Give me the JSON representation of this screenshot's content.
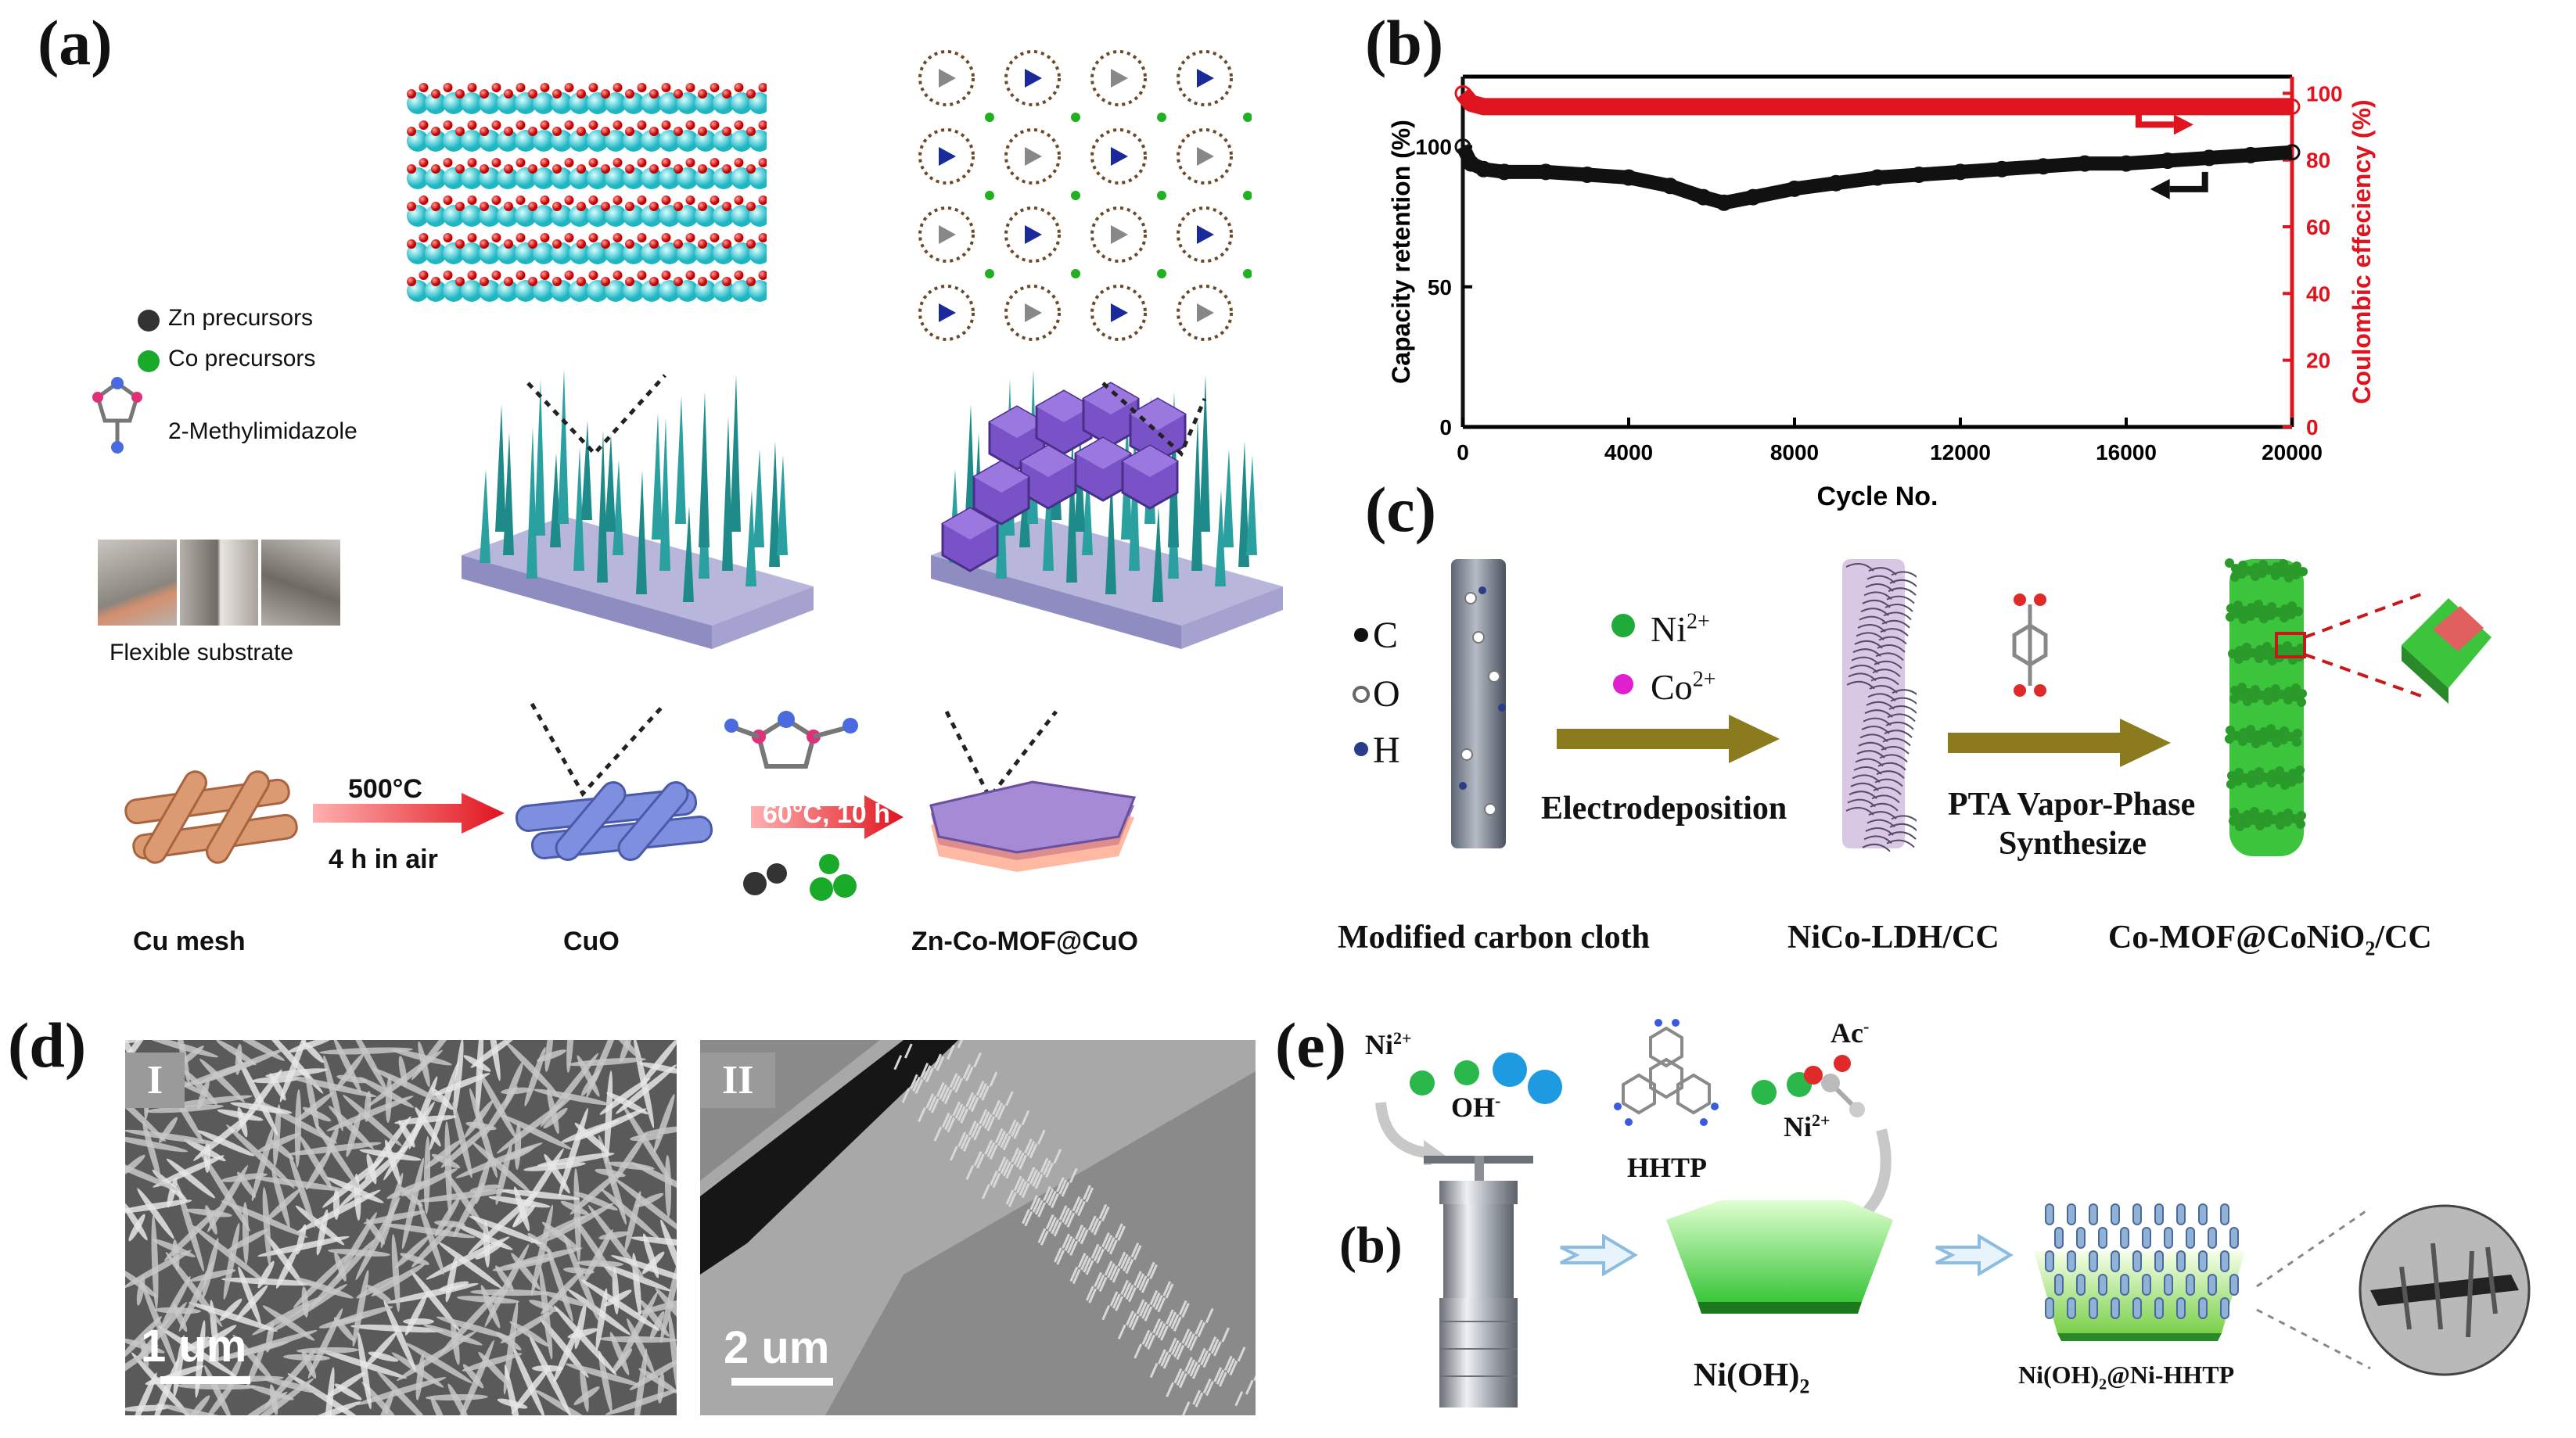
{
  "panels": {
    "a": {
      "letter": "(a)",
      "legend": {
        "zn": "Zn precursors",
        "co": "Co precursors",
        "ligand": "2-Methylimidazole",
        "substrate": "Flexible substrate"
      },
      "step1": {
        "top": "500°C",
        "bottom": "4 h in air"
      },
      "step2": {
        "label": "60°C, 10 h"
      },
      "labels": {
        "cu_mesh": "Cu mesh",
        "cuo": "CuO",
        "mof": "Zn-Co-MOF@CuO"
      }
    },
    "b": {
      "letter": "(b)"
    },
    "c": {
      "letter": "(c)",
      "elements": {
        "c": "C",
        "o": "O",
        "h": "H"
      },
      "ions": {
        "ni": "Ni",
        "ni_charge": "2+",
        "co": "Co",
        "co_charge": "2+"
      },
      "step1": "Electrodeposition",
      "step2_line1": "PTA Vapor-Phase",
      "step2_line2": "Synthesize",
      "labels": {
        "cloth": "Modified carbon cloth",
        "ldh": "NiCo-LDH/CC",
        "mof_pre": "Co-MOF@CoNiO",
        "mof_sub": "2",
        "mof_post": "/CC"
      }
    },
    "d": {
      "letter": "(d)",
      "img1": {
        "tag": "I",
        "scale": "1 um"
      },
      "img2": {
        "tag": "II",
        "scale": "2 um"
      }
    },
    "e": {
      "letter": "(e)",
      "inner_letter": "(b)",
      "ni1": "Ni",
      "ni1_charge": "2+",
      "oh": "OH",
      "oh_charge": "-",
      "hhtp": "HHTP",
      "ni2": "Ni",
      "ni2_charge": "2+",
      "ac": "Ac",
      "ac_charge": "-",
      "nioh2_pre": "Ni(OH)",
      "nioh2_sub": "2",
      "prod_pre": "Ni(OH)",
      "prod_sub": "2",
      "prod_post": "@Ni-HHTP"
    }
  },
  "chart_data": {
    "type": "line",
    "xlabel": "Cycle No.",
    "ylabel_left": "Capacity retention (%)",
    "ylabel_right": "Coulombic effeciency (%)",
    "xlim": [
      0,
      20000
    ],
    "ylim_left": [
      0,
      125
    ],
    "ylim_right": [
      0,
      105
    ],
    "xticks": [
      "0",
      "4000",
      "8000",
      "12000",
      "16000",
      "20000"
    ],
    "yticks_left": [
      "0",
      "50",
      "100"
    ],
    "yticks_right": [
      "0",
      "20",
      "40",
      "60",
      "80",
      "100"
    ],
    "series": [
      {
        "axis": "left",
        "color": "#111111",
        "x": [
          0,
          200,
          500,
          1000,
          2000,
          3000,
          4000,
          5000,
          5800,
          6300,
          7000,
          8000,
          9000,
          10000,
          11000,
          12000,
          13000,
          14000,
          15000,
          16000,
          17000,
          18000,
          19000,
          20000
        ],
        "y": [
          100,
          94,
          92,
          91,
          91,
          90,
          89,
          86,
          82,
          80,
          82,
          85,
          87,
          89,
          90,
          91,
          92,
          93,
          94,
          94,
          95,
          96,
          97,
          98
        ]
      },
      {
        "axis": "right",
        "color": "#e0141e",
        "x": [
          0,
          200,
          500,
          1000,
          4000,
          8000,
          12000,
          16000,
          20000
        ],
        "y": [
          100,
          97,
          96,
          96,
          96,
          96,
          96,
          96,
          96
        ]
      }
    ],
    "colors": {
      "left_axis": "#111111",
      "right_axis": "#e0141e"
    }
  }
}
